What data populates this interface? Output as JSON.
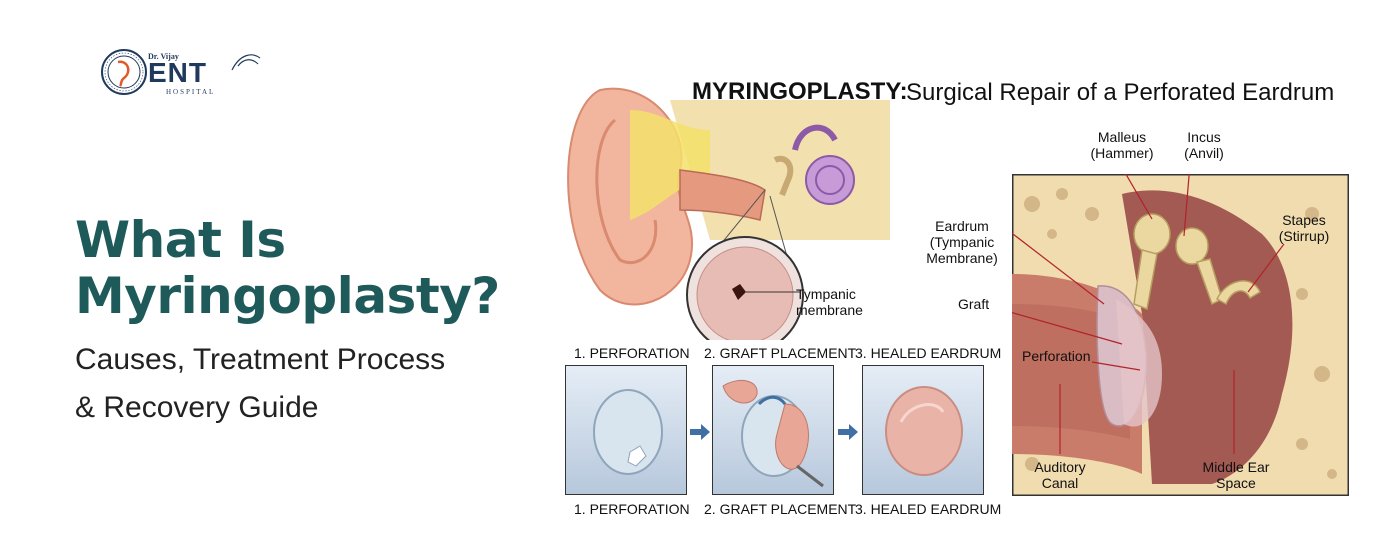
{
  "logo": {
    "prefix": "Dr. Vijay",
    "brand": "ENT",
    "suffix": "HOSPITAL"
  },
  "headline": {
    "line1": "What Is",
    "line2": "Myringoplasty?",
    "sub_line1": "Causes, Treatment Process",
    "sub_line2": "& Recovery Guide"
  },
  "illustration": {
    "title_bold": "MYRINGOPLASTY:",
    "title_rest": "Surgical Repair of a Perforated Eardrum",
    "overview_label_line1": "Tympanic",
    "overview_label_line2": "membrane",
    "steps": [
      {
        "label": "1. PERFORATION"
      },
      {
        "label": "2. GRAFT PLACEMENT"
      },
      {
        "label": "3. HEALED EARDRUM"
      }
    ],
    "detail_labels": {
      "malleus_1": "Malleus",
      "malleus_2": "(Hammer)",
      "incus_1": "Incus",
      "incus_2": "(Anvil)",
      "stapes_1": "Stapes",
      "stapes_2": "(Stirrup)",
      "eardrum_1": "Eardrum",
      "eardrum_2": "(Tympanic",
      "eardrum_3": "Membrane)",
      "graft": "Graft",
      "perforation": "Perforation",
      "canal_1": "Auditory",
      "canal_2": "Canal",
      "middle_1": "Middle Ear",
      "middle_2": "Space"
    }
  },
  "colors": {
    "headline": "#1f5a5a",
    "brand": "#1f3a5c",
    "arrow": "#3f6fa3"
  }
}
